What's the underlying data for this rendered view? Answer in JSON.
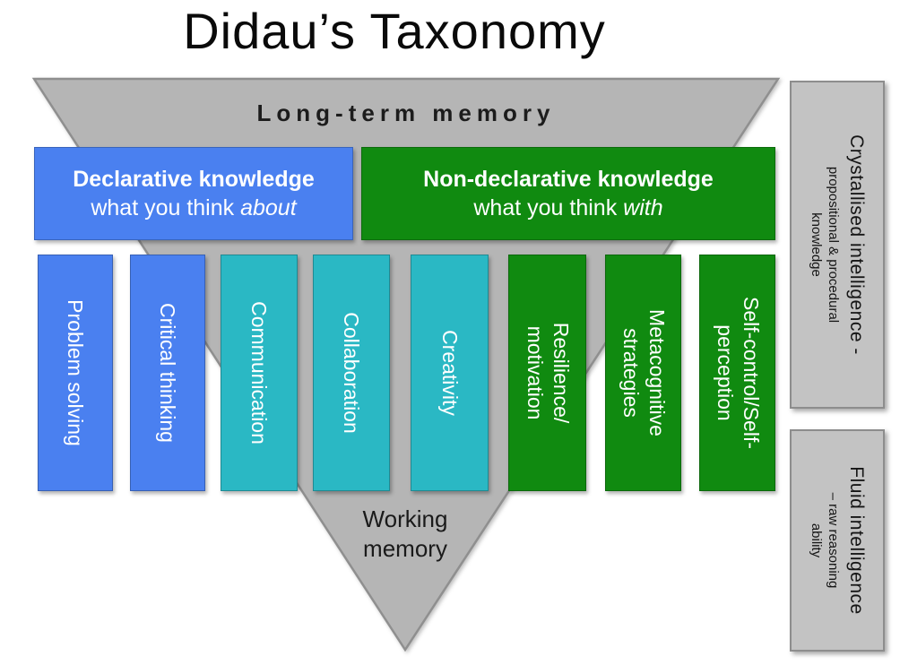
{
  "title": "Didau’s Taxonomy",
  "triangle": {
    "top_label": "Long-term memory",
    "bottom_label_lines": [
      "Working",
      "memory"
    ]
  },
  "headers": {
    "declarative": {
      "title": "Declarative knowledge",
      "subtitle_prefix": "what you think ",
      "subtitle_italic": "about"
    },
    "non_declarative": {
      "title": "Non-declarative knowledge",
      "subtitle_prefix": "what you think ",
      "subtitle_italic": "with"
    }
  },
  "bars": [
    {
      "lines": [
        "Problem solving"
      ]
    },
    {
      "lines": [
        "Critical thinking"
      ]
    },
    {
      "lines": [
        "Communication"
      ]
    },
    {
      "lines": [
        "Collaboration"
      ]
    },
    {
      "lines": [
        "Creativity"
      ]
    },
    {
      "lines": [
        "Resilience/",
        "motivation"
      ]
    },
    {
      "lines": [
        "Metacognitive",
        "strategies"
      ]
    },
    {
      "lines": [
        "Self-control/Self-",
        "perception"
      ]
    }
  ],
  "side_panels": [
    {
      "heading": "Crystallised intelligence -",
      "sub_lines": [
        "propositional & procedural",
        "knowledge"
      ]
    },
    {
      "heading": "Fluid intelligence",
      "sub_lines": [
        "– raw reasoning",
        "ability"
      ]
    }
  ],
  "colors": {
    "blue": "#4a80f0",
    "teal": "#2ab8c4",
    "green": "#108a10",
    "triangle_gray": "#b5b5b5",
    "panel_gray": "#c3c3c3"
  }
}
